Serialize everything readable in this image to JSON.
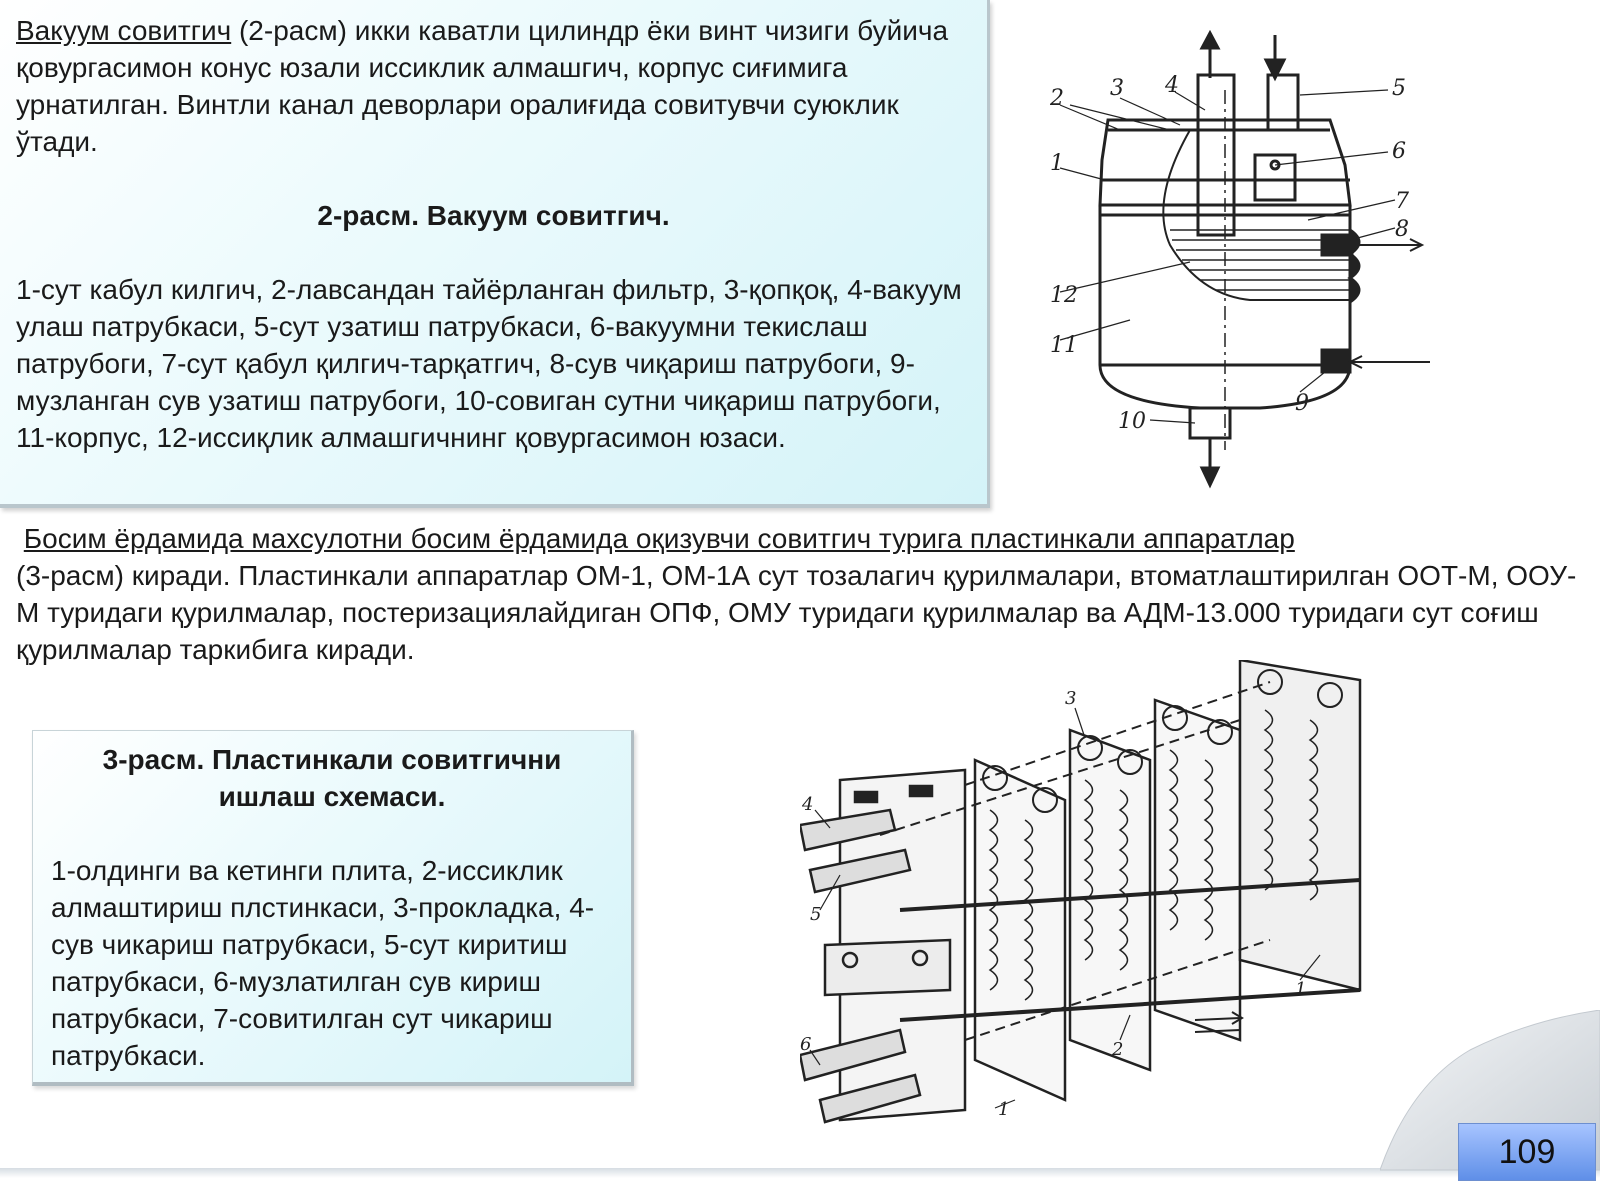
{
  "section1": {
    "title_underlined": "Вакуум совитгич",
    "intro_rest": " (2-расм) икки каватли цилиндр ёки винт чизиги буйича қовургасимон конус юзали иссиклик алмашгич, корпус сиғимига урнатилган. Винтли канал деворлари оралиғида совитувчи суюклик ўтади.",
    "figure2_caption": "2-расм.  Вакуум совитгич.",
    "figure2_legend": "1-сут кабул килгич, 2-лавсандан тайёрланган фильтр, 3-қопқоқ, 4-вакуум улаш патрубкаси, 5-сут узатиш патрубкаси, 6-вакуумни текислаш патрубоги, 7-сут қабул қилгич-тарқатгич, 8-сув чиқариш патрубоги, 9-музланган сув узатиш патрубоги, 10-совиган сутни чиқариш патрубоги, 11-корпус, 12-иссиқлик алмашгичнинг қовургасимон юзаси."
  },
  "section2": {
    "title_underlined": "Босим ёрдамида махсулотни босим ёрдамида оқизувчи совитгич турига пластинкали аппаратлар",
    "body": "(3-расм) киради. Пластинкали аппаратлар ОМ-1, ОМ-1А сут тозалагич қурилмалари, втоматлаштирилган ООТ-М, ООУ-М туридаги қурилмалар, постеризациялайдиган ОПФ, ОМУ туридаги қурилмалар ва АДМ-13.000 туридаги сут соғиш қурилмалар таркибига киради."
  },
  "figure3": {
    "caption_line1": "3-расм.  Пластинкали совитгични",
    "caption_line2": "ишлаш схемаси.",
    "legend": "1-олдинги ва кетинги плита, 2-иссиклик алмаштириш плстинкаси, 3-прокладка, 4-сув чикариш патрубкаси, 5-сут киритиш патрубкаси, 6-музлатилган сув кириш патрубкаси, 7-совитилган сут чикариш патрубкаси."
  },
  "figure2_labels": {
    "l1": "1",
    "l2": "2",
    "l3": "3",
    "l4": "4",
    "l5": "5",
    "l6": "6",
    "l7": "7",
    "l8": "8",
    "l9": "9",
    "l10": "10",
    "l11": "11",
    "l12": "12"
  },
  "figure3_labels": {
    "l1a": "1",
    "l1b": "1",
    "l2": "2",
    "l3": "3",
    "l4": "4",
    "l5": "5",
    "l6": "6"
  },
  "page_number": "109",
  "colors": {
    "panel_cyan": "#d4f3f8",
    "page_badge_blue": "#6f9cf0"
  }
}
